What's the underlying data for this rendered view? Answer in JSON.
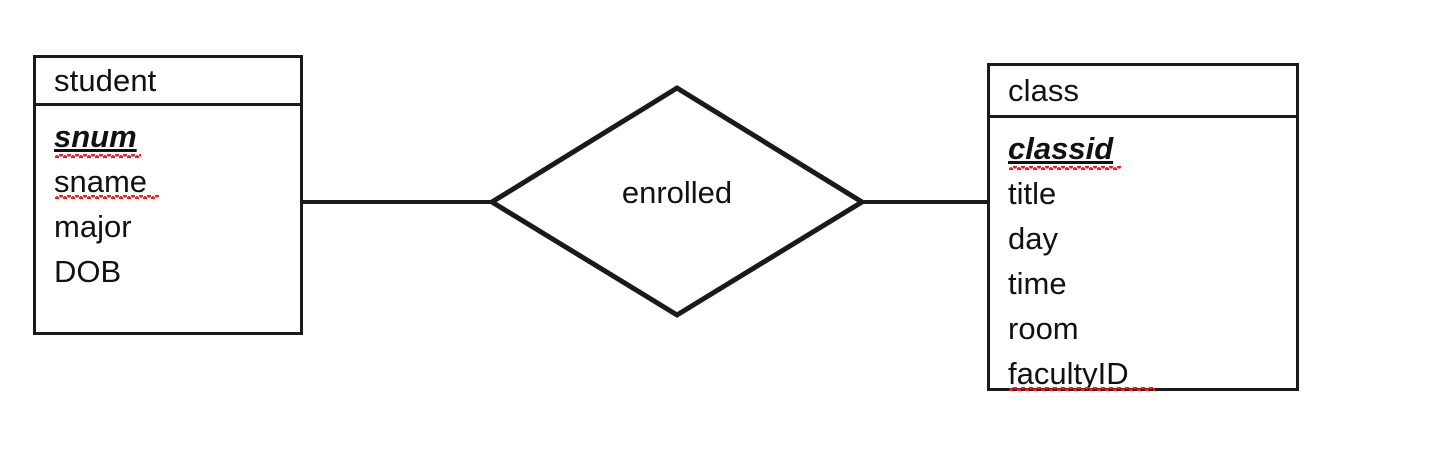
{
  "diagram": {
    "title": "ER diagram: student enrolled class",
    "type": "entity-relationship",
    "line_color": "#1a1a1a",
    "text_color": "#111111",
    "spellcheck_color": "#ee1c22",
    "background": "#ffffff"
  },
  "entities": [
    {
      "id": "student",
      "name": "student",
      "attributes": [
        {
          "name": "snum",
          "primary_key": true,
          "spellcheck_error": true
        },
        {
          "name": "sname",
          "primary_key": false,
          "spellcheck_error": true
        },
        {
          "name": "major",
          "primary_key": false,
          "spellcheck_error": false
        },
        {
          "name": "DOB",
          "primary_key": false,
          "spellcheck_error": false
        }
      ]
    },
    {
      "id": "class",
      "name": "class",
      "attributes": [
        {
          "name": "classid",
          "primary_key": true,
          "spellcheck_error": true
        },
        {
          "name": "title",
          "primary_key": false,
          "spellcheck_error": false
        },
        {
          "name": "day",
          "primary_key": false,
          "spellcheck_error": false
        },
        {
          "name": "time",
          "primary_key": false,
          "spellcheck_error": false
        },
        {
          "name": "room",
          "primary_key": false,
          "spellcheck_error": false
        },
        {
          "name": "facultyID",
          "primary_key": false,
          "spellcheck_error": true
        }
      ]
    }
  ],
  "relationship": {
    "id": "enrolled",
    "label": "enrolled",
    "connects": [
      "student",
      "class"
    ]
  }
}
